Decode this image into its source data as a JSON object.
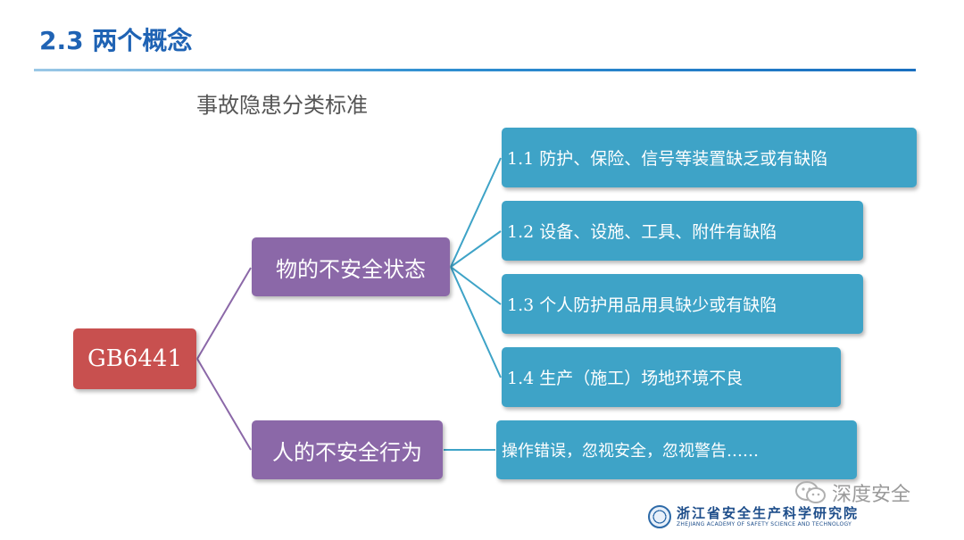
{
  "header": {
    "title": "2.3 两个概念",
    "rule_color": "#2f8fd1"
  },
  "diagram": {
    "subtitle": "事故隐患分类标准",
    "root": {
      "label": "GB6441",
      "color": "#c8504f"
    },
    "branches": [
      {
        "label": "物的不安全状态",
        "color": "#8b68a8",
        "children": [
          "1.1 防护、保险、信号等装置缺乏或有缺陷",
          "1.2 设备、设施、工具、附件有缺陷",
          "1.3 个人防护用品用具缺少或有缺陷",
          "1.4 生产（施工）场地环境不良"
        ]
      },
      {
        "label": "人的不安全行为",
        "color": "#8b68a8",
        "children": [
          "操作错误，忽视安全，忽视警告……"
        ]
      }
    ],
    "leaf_color": "#3ea3c7",
    "connector_colors": {
      "root": "#8b68a8",
      "branch": "#3ea3c7"
    }
  },
  "footer": {
    "watermark": "深度安全",
    "watermark_icon": "wechat-icon",
    "logo_cn": "浙江省安全生产科学研究院",
    "logo_en": "ZHEJIANG ACADEMY OF SAFETY SCIENCE AND TECHNOLOGY",
    "logo_icon": "academy-seal-icon"
  }
}
